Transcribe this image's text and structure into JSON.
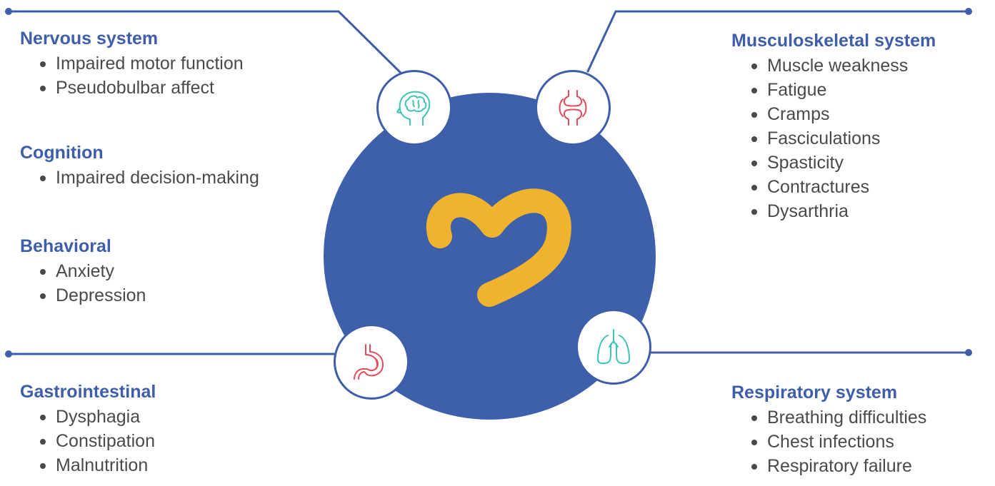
{
  "colors": {
    "accent_blue": "#3e5ea9",
    "hub_blue": "#3e60ab",
    "mark_yellow": "#f0b32e",
    "icon_teal": "#3ec4b3",
    "icon_red": "#e24b5b",
    "text_gray": "#4a4a4a"
  },
  "hub": {
    "mark": "heart-logo"
  },
  "groups": {
    "nervous": {
      "title": "Nervous system",
      "items": [
        "Impaired motor function",
        "Pseudobulbar affect"
      ]
    },
    "cognition": {
      "title": "Cognition",
      "items": [
        "Impaired decision-making"
      ]
    },
    "behavioral": {
      "title": "Behavioral",
      "items": [
        "Anxiety",
        "Depression"
      ]
    },
    "gastro": {
      "title": "Gastrointestinal",
      "items": [
        "Dysphagia",
        "Constipation",
        "Malnutrition"
      ]
    },
    "musculoskeletal": {
      "title": "Musculoskeletal system",
      "items": [
        "Muscle weakness",
        "Fatigue",
        "Cramps",
        "Fasciculations",
        "Spasticity",
        "Contractures",
        "Dysarthria"
      ]
    },
    "respiratory": {
      "title": "Respiratory system",
      "items": [
        "Breathing difficulties",
        "Chest infections",
        "Respiratory failure"
      ]
    }
  },
  "badges": {
    "brain": "brain-icon",
    "joint": "joint-icon",
    "stomach": "stomach-icon",
    "lungs": "lungs-icon"
  }
}
